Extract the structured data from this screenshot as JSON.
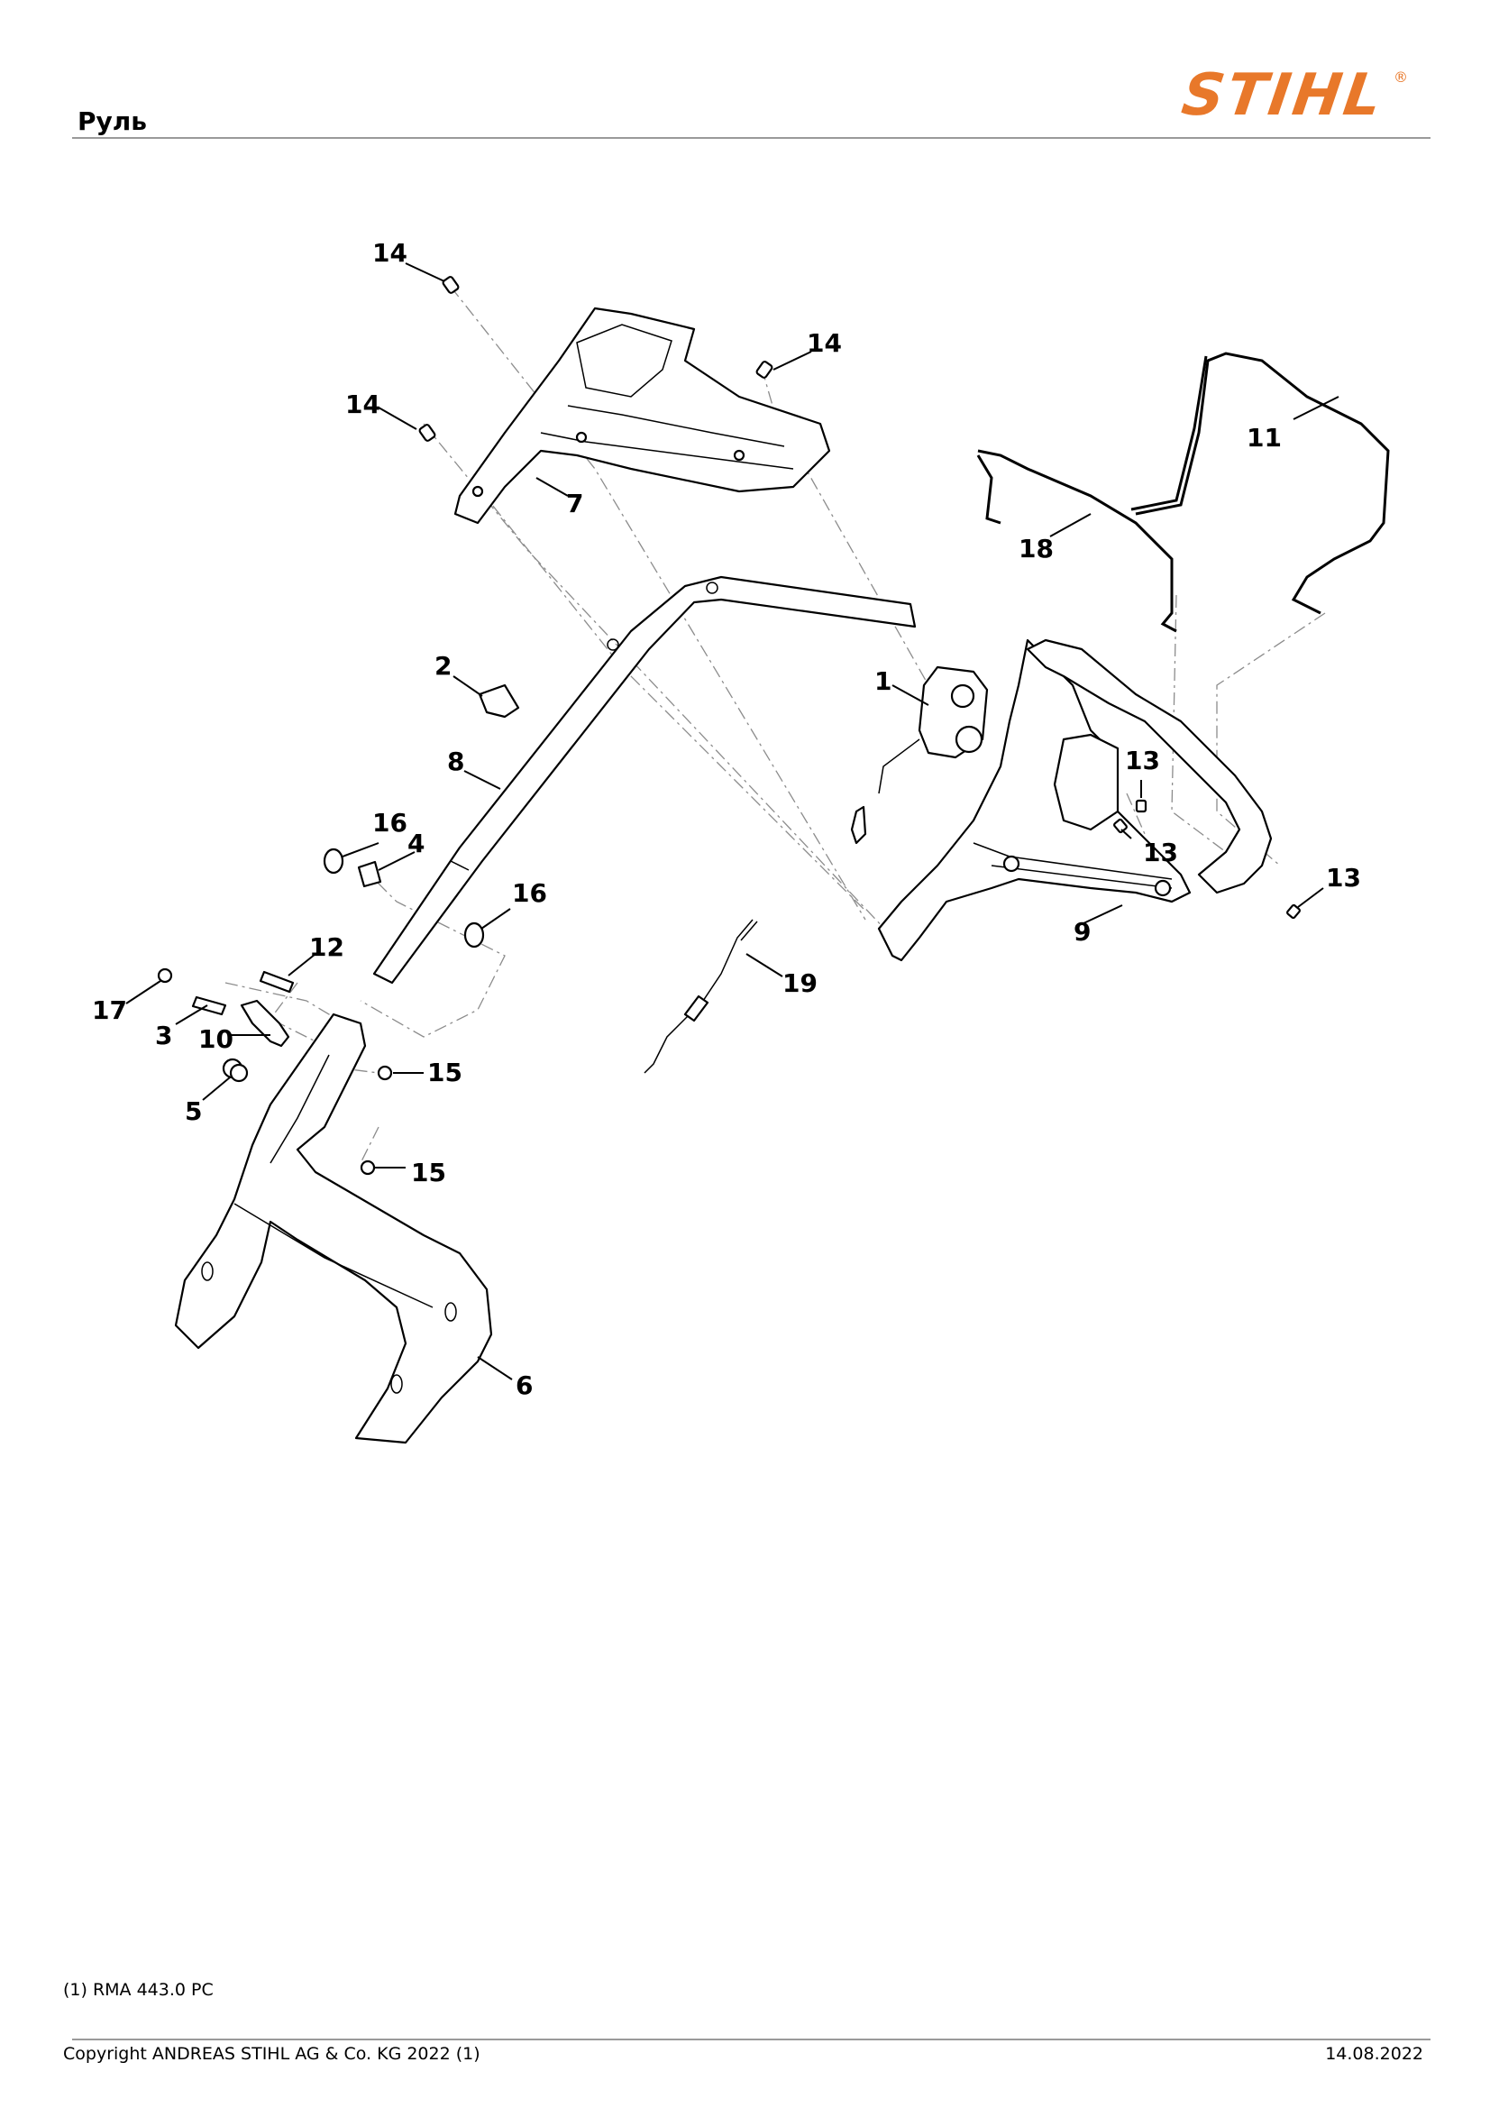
{
  "header": {
    "title": "Руль"
  },
  "brand": {
    "logo_text": "STIHL",
    "registered": "®",
    "color": "#e8782a"
  },
  "callouts": {
    "c14a": "14",
    "c14b": "14",
    "c14c": "14",
    "c7": "7",
    "c11": "11",
    "c18": "18",
    "c2": "2",
    "c1": "1",
    "c8": "8",
    "c13a": "13",
    "c13b": "13",
    "c13c": "13",
    "c16a": "16",
    "c4": "4",
    "c16b": "16",
    "c9": "9",
    "c12": "12",
    "c17": "17",
    "c3": "3",
    "c10": "10",
    "c19": "19",
    "c15a": "15",
    "c5": "5",
    "c15b": "15",
    "c6": "6"
  },
  "footer": {
    "footnote": "(1) RMA 443.0 PC",
    "copyright": "Copyright ANDREAS STIHL AG & Co. KG 2022 (1)",
    "date": "14.08.2022"
  }
}
